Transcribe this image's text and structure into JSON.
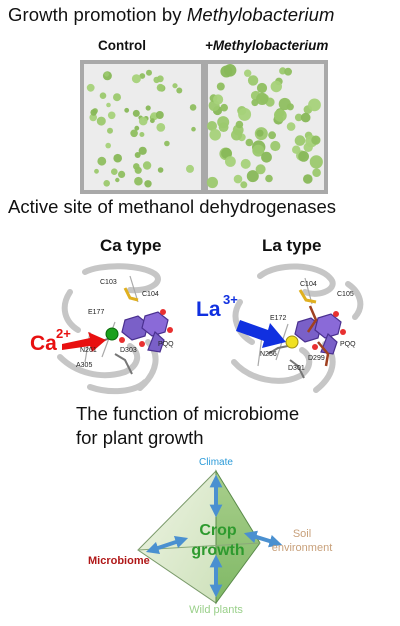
{
  "section1": {
    "title_plain": "Growth promotion by ",
    "title_italic": "Methylobacterium",
    "label_control": "Control",
    "label_treated": "+Methylobacterium"
  },
  "section2": {
    "title": "Active site of methanol dehydrogenases",
    "ca": {
      "heading": "Ca type",
      "ion": "Ca",
      "charge": "2+",
      "residues": [
        "C103",
        "C104",
        "E177",
        "PQQ",
        "N261",
        "D303",
        "A305"
      ]
    },
    "la": {
      "heading": "La type",
      "ion": "La",
      "charge": "3+",
      "residues": [
        "C104",
        "C105",
        "E172",
        "PQQ",
        "N256",
        "D299",
        "D301"
      ]
    }
  },
  "section3": {
    "title_line1": "The function of microbiome",
    "title_line2": "for plant growth",
    "center_line1": "Crop",
    "center_line2": "growth",
    "top": "Climate",
    "left": "Microbiome",
    "right_line1": "Soil",
    "right_line2": "environment",
    "bottom": "Wild plants"
  },
  "colors": {
    "ca_arrow": "#e81010",
    "la_arrow": "#1030e0",
    "arrow_blue": "#4a90d0",
    "crop_green": "#2e9a2e",
    "climate": "#2a9ad8",
    "microbiome": "#b01818",
    "soil": "#c8a07a",
    "wild": "#9ad08a"
  }
}
